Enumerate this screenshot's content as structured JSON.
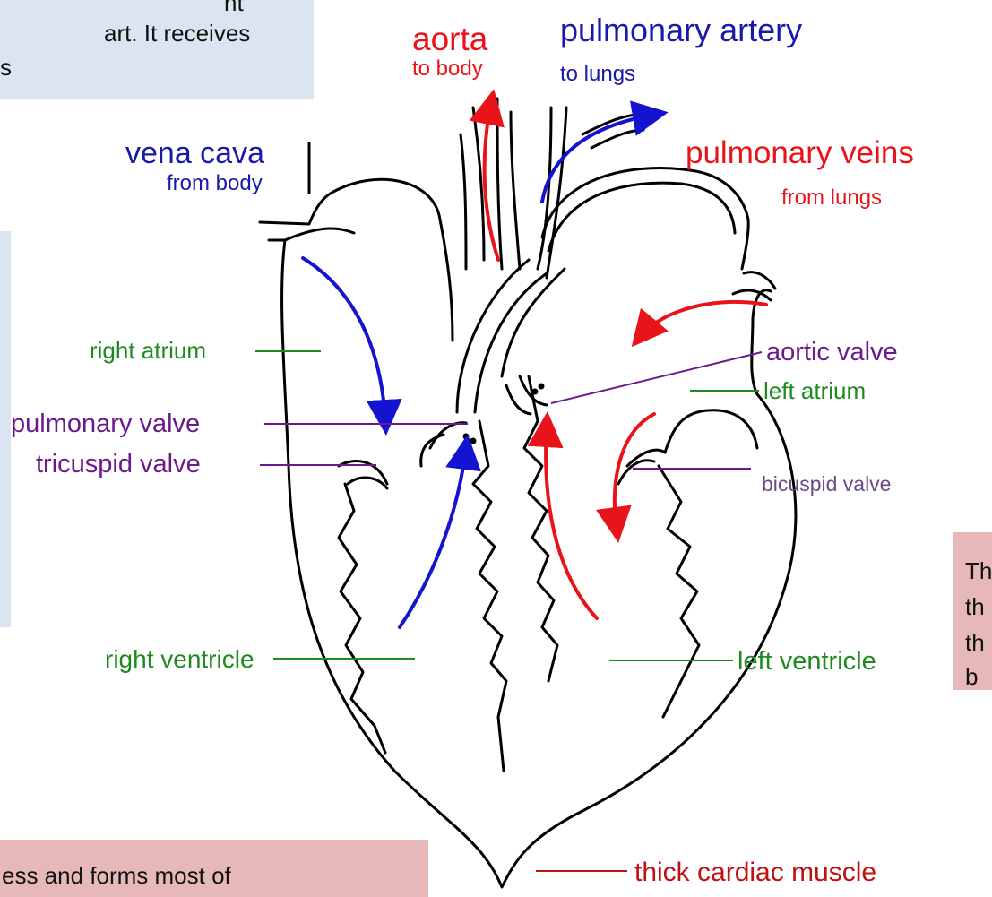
{
  "colors": {
    "oxygenated": "#e8141a",
    "deoxygenated": "#1414d0",
    "label_green": "#1f8a1f",
    "label_purple": "#6a1a8a",
    "label_darkred": "#c01010",
    "vessel_blue": "#1a1aa8",
    "box_blue": "#dbe5f1",
    "box_pink": "#e6b9b8"
  },
  "text_boxes": {
    "top_left": {
      "line1": "ht",
      "line2": "art. It receives",
      "line3": "s"
    },
    "right": {
      "line1": "Th",
      "line2": "th",
      "line3": "th",
      "line4": "b"
    },
    "bottom_left": {
      "line1": "ess and forms most of"
    }
  },
  "vessels": {
    "aorta": {
      "name": "aorta",
      "sub": "to body"
    },
    "pulmonary_artery": {
      "name": "pulmonary artery",
      "sub": "to lungs"
    },
    "vena_cava": {
      "name": "vena cava",
      "sub": "from body"
    },
    "pulmonary_veins": {
      "name": "pulmonary veins",
      "sub": "from lungs"
    }
  },
  "labels": {
    "right_atrium": "right atrium",
    "pulmonary_valve": "pulmonary valve",
    "tricuspid_valve": "tricuspid valve",
    "right_ventricle": "right ventricle",
    "aortic_valve": "aortic valve",
    "left_atrium": "left atrium",
    "bicuspid_valve": "bicuspid valve",
    "left_ventricle": "left ventricle",
    "thick_cardiac_muscle": "thick cardiac muscle"
  }
}
